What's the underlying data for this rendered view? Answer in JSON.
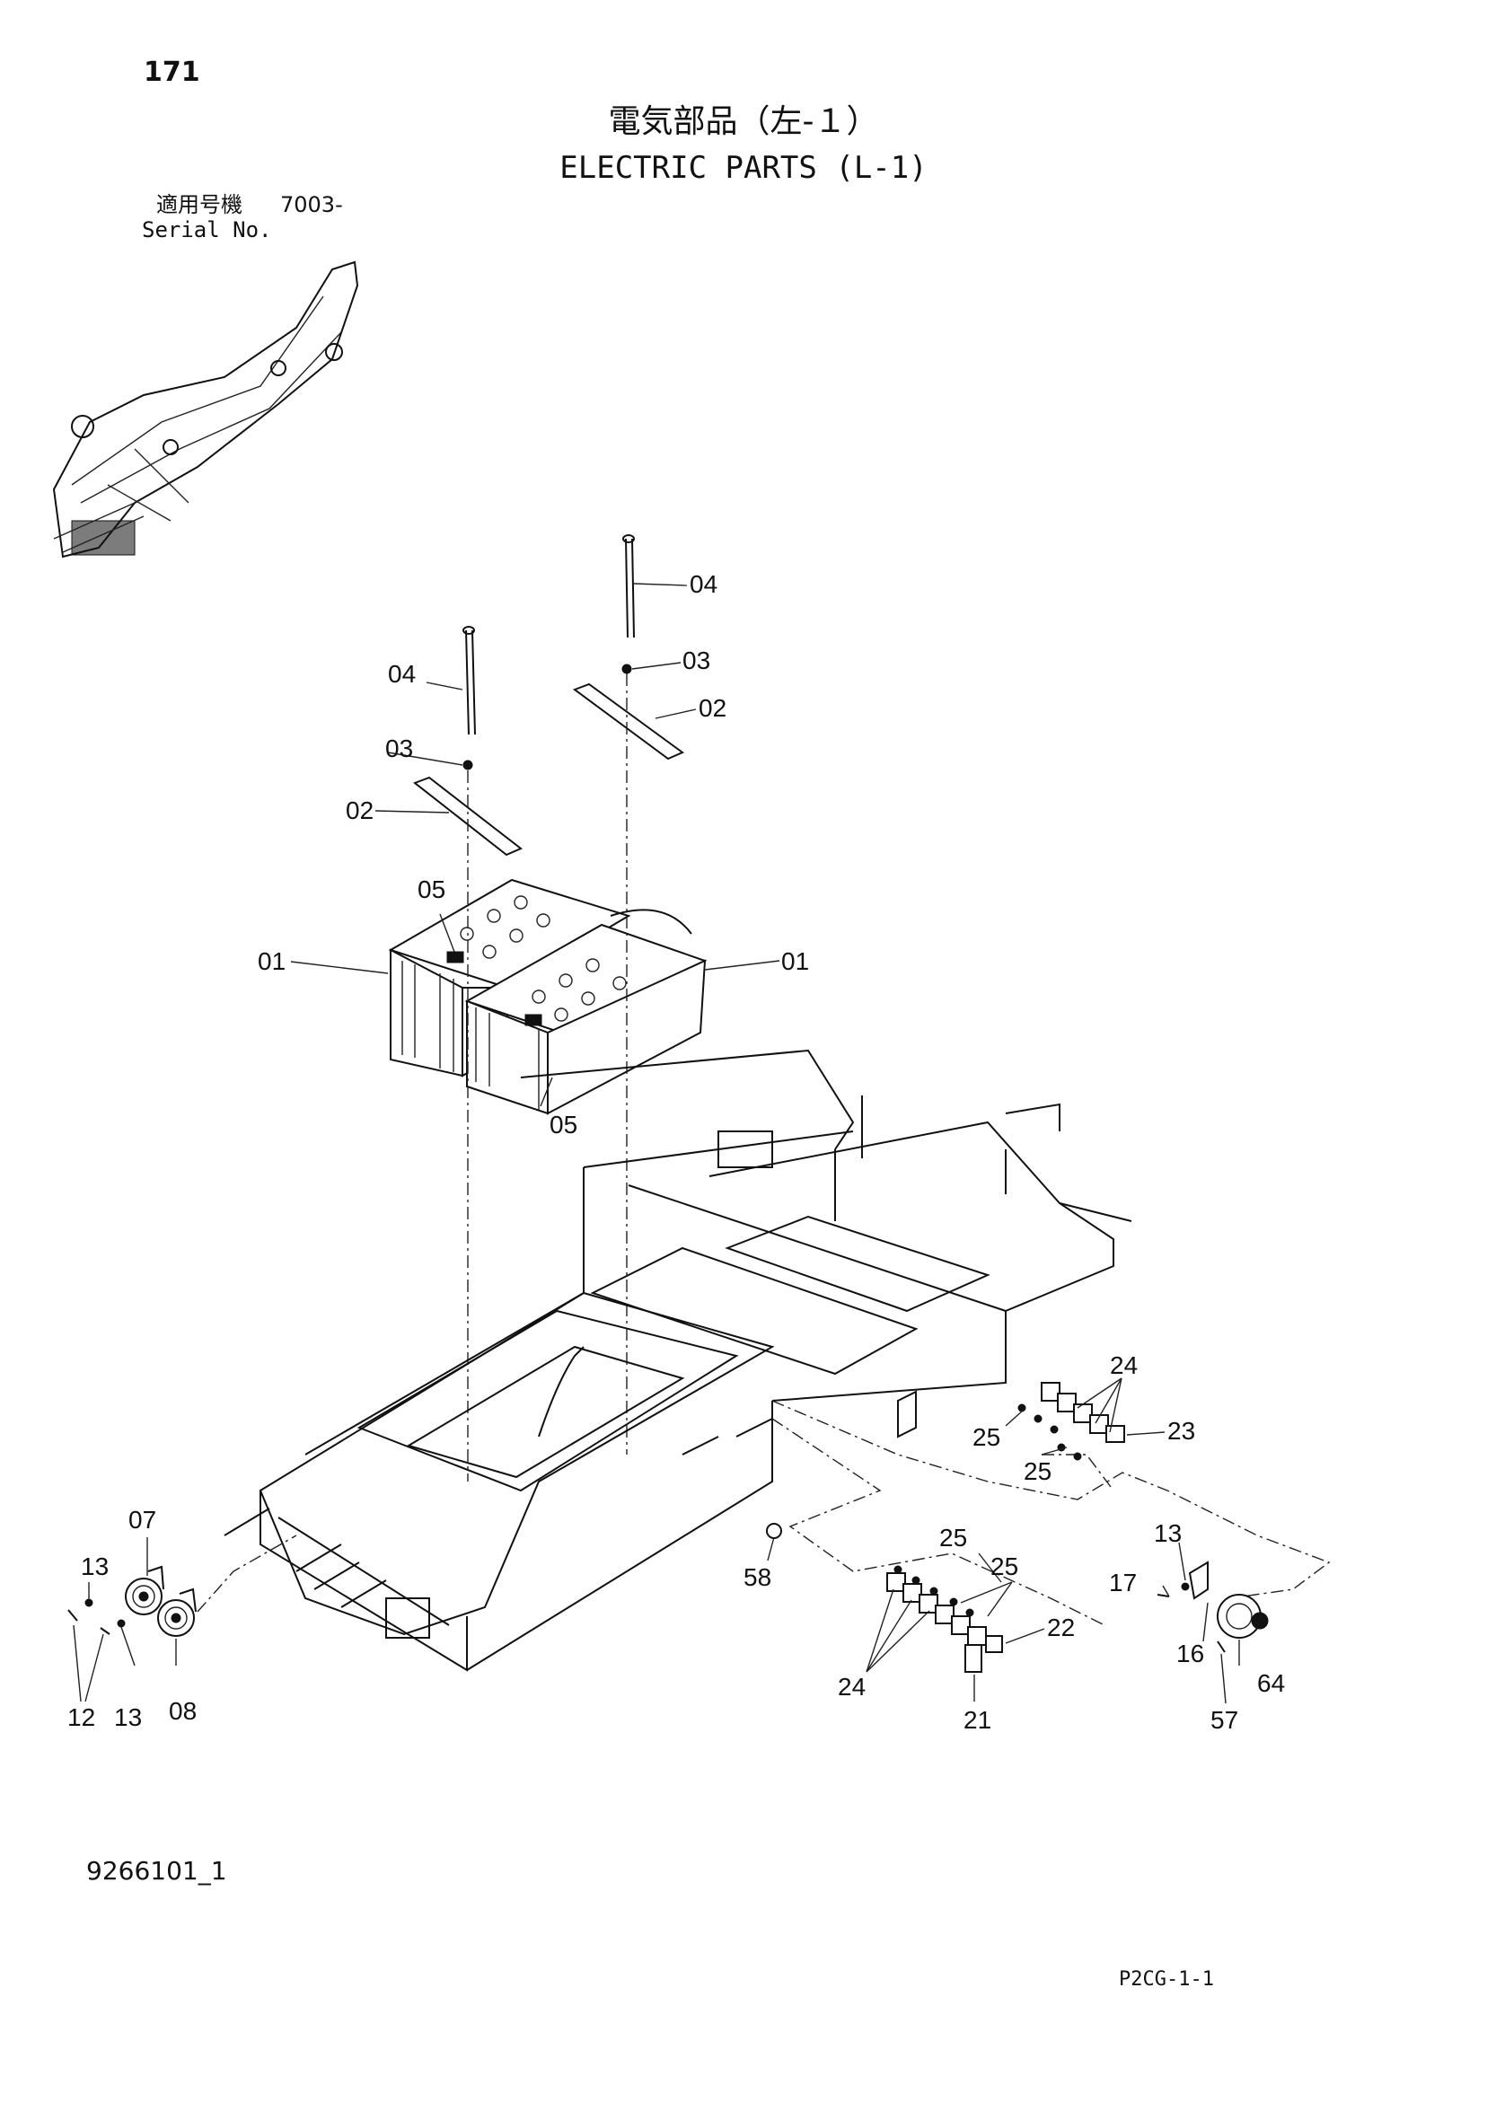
{
  "header": {
    "page_number": "171",
    "title_jp": "電気部品（左-１）",
    "title_en": "ELECTRIC PARTS (L-1)",
    "serial_label_jp": "適用号機",
    "serial_range": "7003-",
    "serial_label_en": "Serial No."
  },
  "callouts": {
    "c01_left": "01",
    "c01_right": "01",
    "c02_left": "02",
    "c02_right": "02",
    "c03_left": "03",
    "c03_right": "03",
    "c04_left": "04",
    "c04_right": "04",
    "c05_top": "05",
    "c05_bottom": "05",
    "c07": "07",
    "c08": "08",
    "c12": "12",
    "c13_a": "13",
    "c13_b": "13",
    "c13_c": "13",
    "c16": "16",
    "c17": "17",
    "c21": "21",
    "c22": "22",
    "c23": "23",
    "c24_a": "24",
    "c24_b": "24",
    "c25_a": "25",
    "c25_b": "25",
    "c25_c": "25",
    "c25_d": "25",
    "c57": "57",
    "c58": "58",
    "c64": "64"
  },
  "footer": {
    "drawing_number": "9266101_1",
    "page_code": "P2CG-1-1"
  }
}
